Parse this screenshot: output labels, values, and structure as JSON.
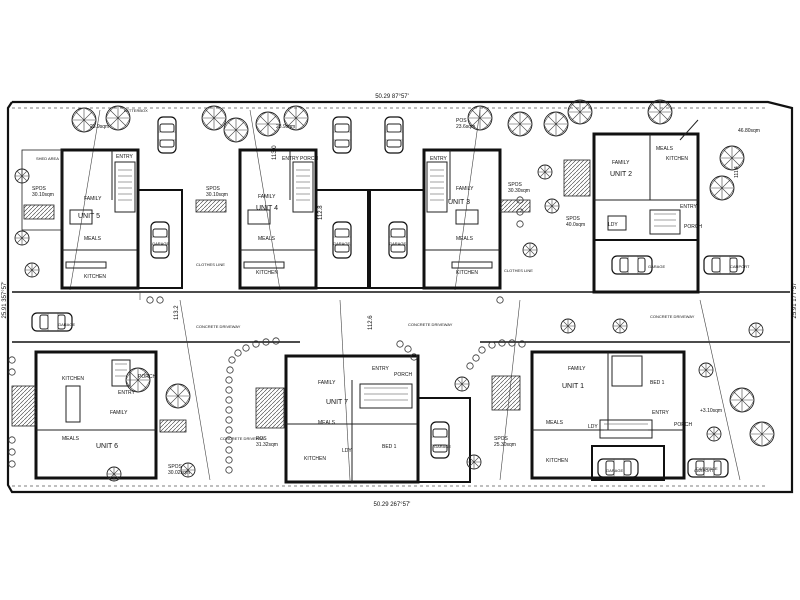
{
  "boundary": {
    "top": "50.29  87°57'",
    "bottom": "50.29  267°57'",
    "left": "25.91  357°57'",
    "right": "25.91  177°57'"
  },
  "units": {
    "u5": {
      "name": "UNIT 5",
      "family": "FAMILY",
      "meals": "MEALS",
      "kitchen": "KITCHEN",
      "entry": "ENTRY",
      "spos": "SPOS",
      "spos_area": "30.10sqm",
      "pos": "23.9sqm",
      "garage": "GARAGE",
      "shed": "SHED AREA"
    },
    "u4": {
      "name": "UNIT 4",
      "family": "FAMILY",
      "meals": "MEALS",
      "kitchen": "KITCHEN",
      "entry": "ENTRY",
      "porch": "PORCH",
      "spos": "SPOS",
      "spos_area": "30.10sqm",
      "pos": "23.9sqm",
      "garage": "GARAGE",
      "clothes": "CLOTHES LINE"
    },
    "u3": {
      "name": "UNIT 3",
      "family": "FAMILY",
      "meals": "MEALS",
      "kitchen": "KITCHEN",
      "entry": "ENTRY",
      "spos": "SPOS",
      "spos_area": "30.30sqm",
      "pos": "POS",
      "pos_area": "23.6sqm",
      "garage": "GARAGE",
      "clothes": "CLOTHES LINE"
    },
    "u2": {
      "name": "UNIT 2",
      "family": "FAMILY",
      "meals": "MEALS",
      "kitchen": "KITCHEN",
      "entry": "ENTRY",
      "porch": "PORCH",
      "spos": "SPOS",
      "spos_area": "40.0sqm",
      "pos": "46.80sqm",
      "ldy": "LDY",
      "garage": "GARAGE",
      "carport": "CARPORT",
      "pos2": "111.4"
    },
    "u6": {
      "name": "UNIT 6",
      "family": "FAMILY",
      "meals": "MEALS",
      "kitchen": "KITCHEN",
      "entry": "ENTRY",
      "porch": "PORCH",
      "spos": "SPOS",
      "spos_area": "30.02sqm",
      "garage": "GARAGE"
    },
    "u7": {
      "name": "UNIT 7",
      "family": "FAMILY",
      "meals": "MEALS",
      "kitchen": "KITCHEN",
      "entry": "ENTRY",
      "porch": "PORCH",
      "spos": "POS",
      "spos_area": "31.32sqm",
      "bed": "BED 1",
      "ldy": "LDY",
      "garage": "GARAGE"
    },
    "u1": {
      "name": "UNIT 1",
      "family": "FAMILY",
      "meals": "MEALS",
      "kitchen": "KITCHEN",
      "entry": "ENTRY",
      "porch": "PORCH",
      "spos": "SPOS",
      "spos_area": "25.30sqm",
      "bed": "BED 1",
      "ldy": "LDY",
      "garage": "GARAGE",
      "pos": "+3.10sqm",
      "carport": "CARPORT"
    }
  },
  "driveway": {
    "label1": "CONCRETE DRIVEWAY",
    "label2": "CONCRETE DRIVEWAY",
    "label3": "CONCRETE DRIVEWAY",
    "label4": "CONCRETE DRIVEWAY",
    "level1": "113.2",
    "level2": "112.6",
    "level3": "112.8",
    "level4": "113.0"
  },
  "letterbox": "LETTERBOX",
  "carspace": "CARSPACE"
}
